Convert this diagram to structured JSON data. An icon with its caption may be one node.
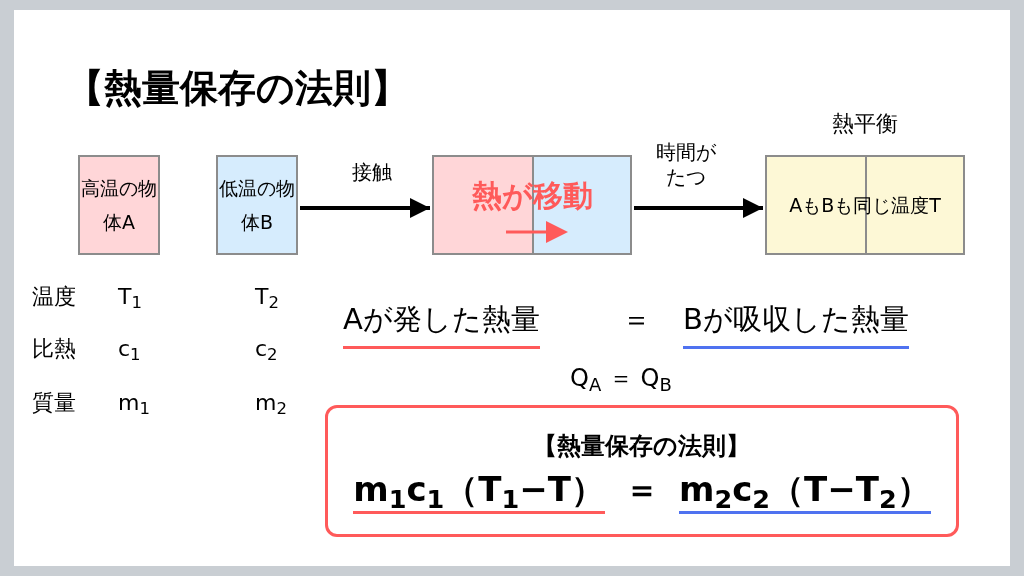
{
  "diagram": {
    "title": "【熱量保存の法則】",
    "nodes": [
      {
        "text": [
          "高温の物体A"
        ]
      },
      {
        "text": [
          "低温の物体B"
        ]
      },
      {
        "text": [
          "熱が移動"
        ]
      },
      {
        "text": [
          "熱平衡",
          "AもBも同じ温度T"
        ]
      },
      {
        "text": [
          "【熱量保存の法則】",
          "m$_{1}$c$_{1}$（T$_{1}$−T）",
          "＝",
          "m$_{2}$c$_{2}$（T−T$_{2}$）"
        ]
      }
    ],
    "edges": [
      {
        "from": 1,
        "to": 2,
        "arrow": "to",
        "label": "接触"
      },
      {
        "from": 2,
        "to": 3,
        "arrow": "to",
        "label": "時間がたつ"
      }
    ],
    "labels": [
      "温度",
      "T$_{1}$",
      "T$_{2}$",
      "比熱",
      "c$_{1}$",
      "c$_{2}$",
      "質量",
      "m$_{1}$",
      "m$_{2}$",
      "Aが発した熱量",
      "＝",
      "Bが吸収した熱量",
      "Q$_{A}$ ＝ Q$_{B}$"
    ]
  }
}
